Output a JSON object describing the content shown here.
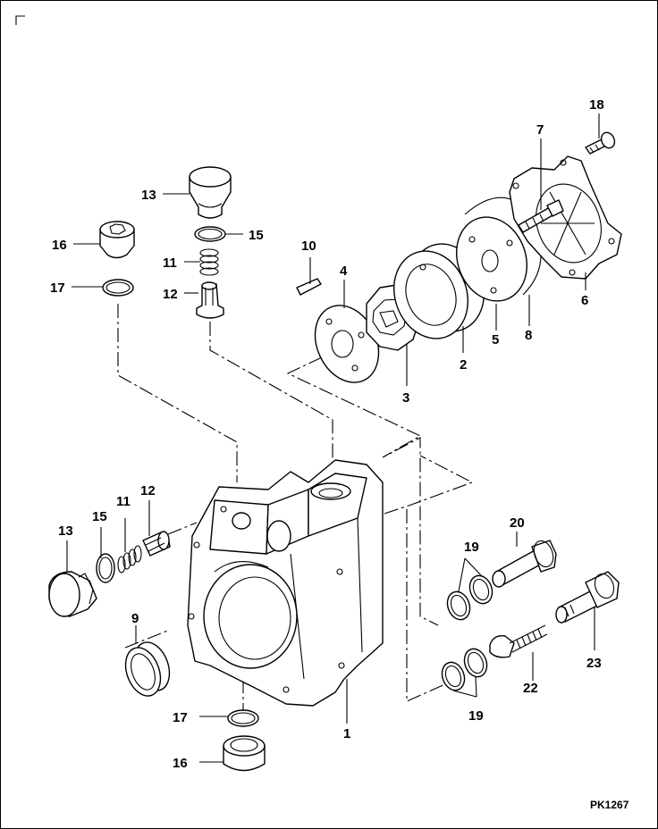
{
  "drawing_code": "PK1267",
  "callouts": {
    "c1": "1",
    "c2": "2",
    "c3": "3",
    "c4": "4",
    "c5": "5",
    "c6": "6",
    "c7": "7",
    "c8": "8",
    "c9": "9",
    "c10": "10",
    "c11a": "11",
    "c11b": "11",
    "c12a": "12",
    "c12b": "12",
    "c13a": "13",
    "c13b": "13",
    "c15a": "15",
    "c15b": "15",
    "c16a": "16",
    "c16b": "16",
    "c17a": "17",
    "c17b": "17",
    "c18": "18",
    "c19a": "19",
    "c19b": "19",
    "c20": "20",
    "c22": "22",
    "c23": "23"
  }
}
